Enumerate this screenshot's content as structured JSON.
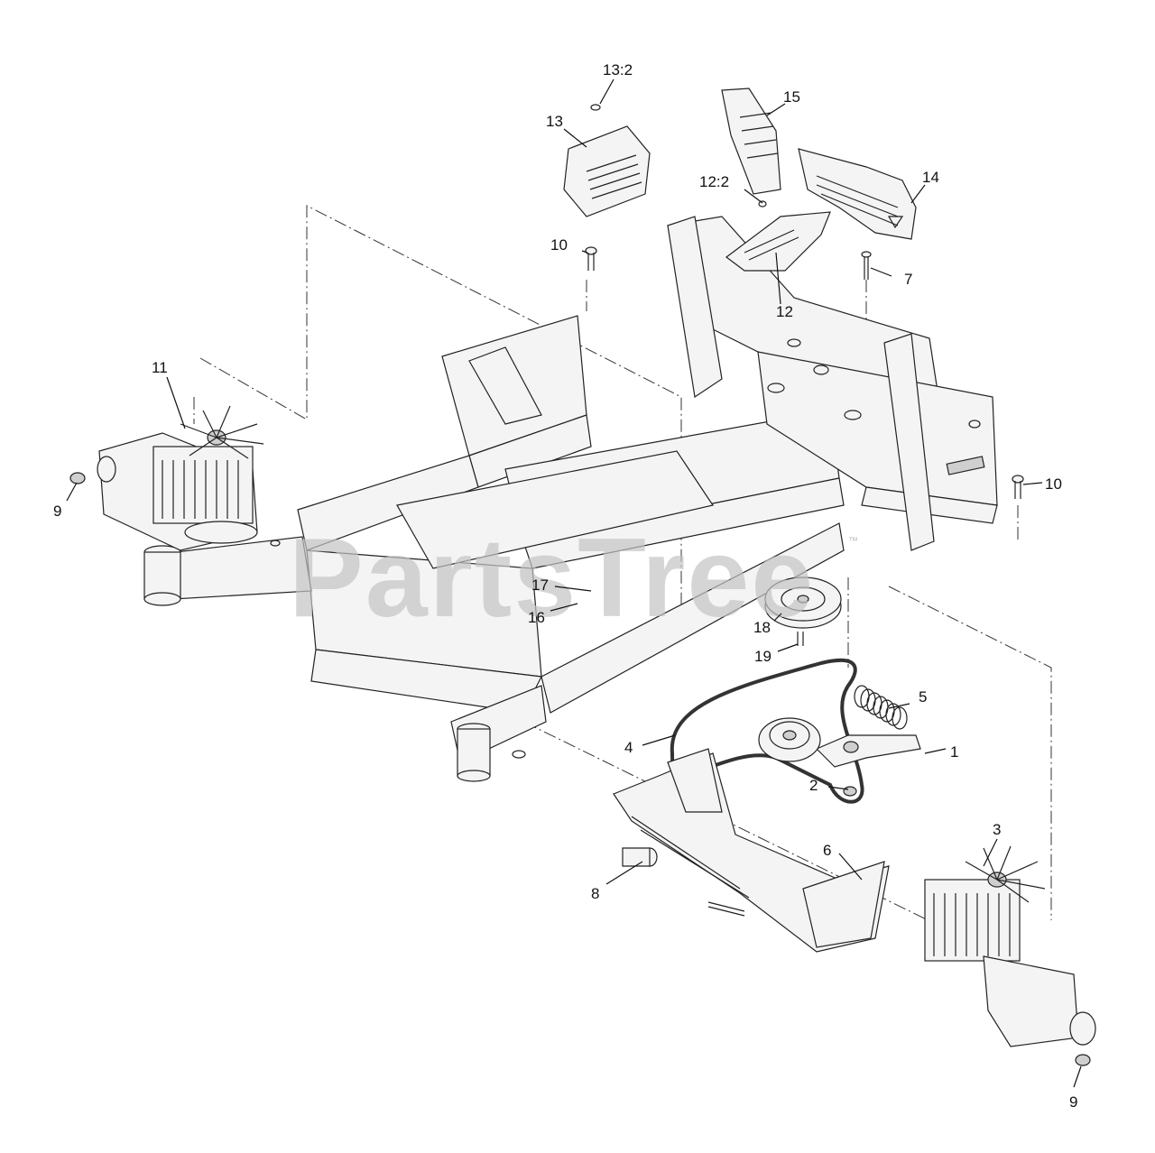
{
  "watermark": {
    "text": "PartsTree",
    "trademark": "™"
  },
  "callouts": {
    "c1": "1",
    "c2": "2",
    "c3": "3",
    "c4": "4",
    "c5": "5",
    "c6": "6",
    "c7": "7",
    "c8": "8",
    "c9a": "9",
    "c9b": "9",
    "c10a": "10",
    "c10b": "10",
    "c11": "11",
    "c12": "12",
    "c12_2": "12:2",
    "c13": "13",
    "c13_2": "13:2",
    "c14": "14",
    "c15": "15",
    "c16": "16",
    "c17": "17",
    "c18": "18",
    "c19": "19"
  },
  "parts": {
    "frame": "frame-icon",
    "left_transmission": "hydro-transmission-icon",
    "right_transmission": "hydro-transmission-icon",
    "belt": "drive-belt-icon",
    "idler": "idler-pulley-icon",
    "spring": "spring-icon",
    "pump_pulley": "pulley-icon",
    "pump_mount": "pump-mount-icon",
    "shields": "shield-icon"
  }
}
